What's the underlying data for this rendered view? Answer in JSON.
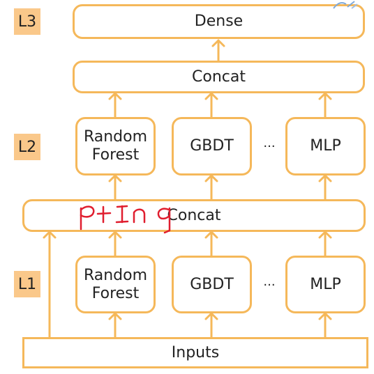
{
  "colors": {
    "box_border": "#F5B85A",
    "badge_fill": "#FAC88A",
    "annotation": "#E01E2F"
  },
  "levels": {
    "l3": "L3",
    "l2": "L2",
    "l1": "L1"
  },
  "layer3": {
    "dense": "Dense"
  },
  "layer2": {
    "concat": "Concat",
    "random_forest": "Random\nForest",
    "gbdt": "GBDT",
    "ellipsis": "···",
    "mlp": "MLP"
  },
  "layer1": {
    "concat": "Concat",
    "random_forest": "Random\nForest",
    "gbdt": "GBDT",
    "ellipsis": "···",
    "mlp": "MLP"
  },
  "inputs": {
    "label": "Inputs"
  },
  "annotation": {
    "text": "ptIn q"
  }
}
